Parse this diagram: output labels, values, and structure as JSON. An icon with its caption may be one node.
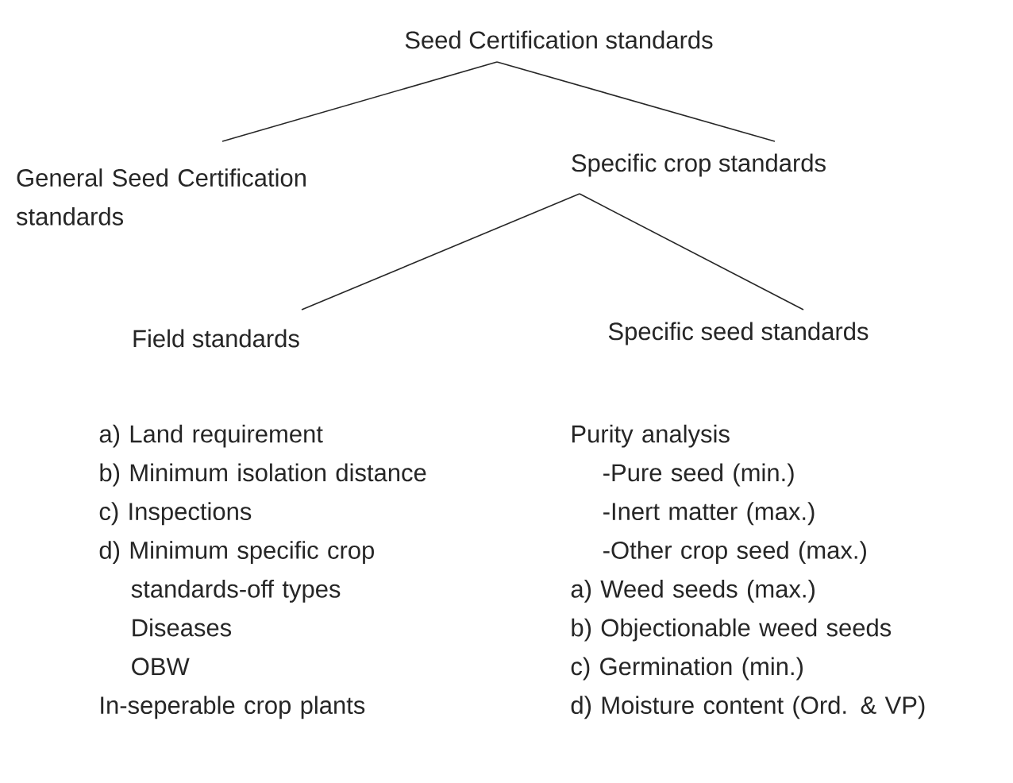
{
  "diagram": {
    "nodes": [
      {
        "text": [
          "Seed Certification standards"
        ]
      },
      {
        "text": [
          "General Seed Certification standards"
        ]
      },
      {
        "text": [
          "Specific crop standards"
        ]
      },
      {
        "text": [
          "Field standards"
        ],
        "beside": [
          "a) Land requirement",
          "b) Minimum isolation distance",
          "c) Inspections",
          "d) Minimum specific crop standards-off types",
          "Diseases",
          "OBW",
          "In-seperable crop plants"
        ]
      },
      {
        "text": [
          "Specific seed standards"
        ],
        "beside": [
          "Purity analysis",
          "-Pure seed (min.)",
          "-Inert matter (max.)",
          "-Other crop seed (max.)",
          "a) Weed seeds (max.)",
          "b) Objectionable weed seeds",
          "c) Germination (min.)",
          "d) Moisture content (Ord. & VP)"
        ]
      }
    ],
    "edges": [
      {
        "from": 0,
        "to": 1,
        "arrow": "none"
      },
      {
        "from": 0,
        "to": 2,
        "arrow": "none"
      },
      {
        "from": 2,
        "to": 3,
        "arrow": "none"
      },
      {
        "from": 2,
        "to": 4,
        "arrow": "none"
      }
    ]
  }
}
